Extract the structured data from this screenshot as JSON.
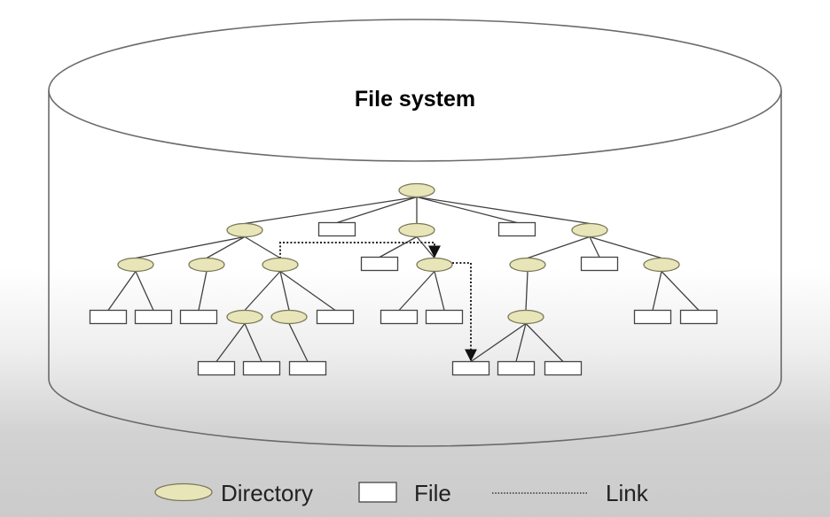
{
  "title": "File system",
  "legend": {
    "directory": "Directory",
    "file": "File",
    "link": "Link"
  },
  "colors": {
    "directory_fill": "#e8e5b8",
    "directory_stroke": "#7a7858",
    "file_fill": "#ffffff",
    "line": "#404040"
  },
  "tree": {
    "nodes": [
      {
        "id": "root",
        "kind": "directory"
      },
      {
        "id": "d1",
        "kind": "directory",
        "parent": "root"
      },
      {
        "id": "f1",
        "kind": "file",
        "parent": "root"
      },
      {
        "id": "d2",
        "kind": "directory",
        "parent": "root"
      },
      {
        "id": "f2",
        "kind": "file",
        "parent": "root"
      },
      {
        "id": "d3",
        "kind": "directory",
        "parent": "root"
      },
      {
        "id": "d1a",
        "kind": "directory",
        "parent": "d1"
      },
      {
        "id": "d1b",
        "kind": "directory",
        "parent": "d1"
      },
      {
        "id": "d1c",
        "kind": "directory",
        "parent": "d1"
      },
      {
        "id": "f1a1",
        "kind": "file",
        "parent": "d1a"
      },
      {
        "id": "f1a2",
        "kind": "file",
        "parent": "d1a"
      },
      {
        "id": "f1b1",
        "kind": "file",
        "parent": "d1b"
      },
      {
        "id": "d1c1",
        "kind": "directory",
        "parent": "d1c"
      },
      {
        "id": "d1c2",
        "kind": "directory",
        "parent": "d1c"
      },
      {
        "id": "f1c3",
        "kind": "file",
        "parent": "d1c"
      },
      {
        "id": "f1c1a",
        "kind": "file",
        "parent": "d1c1"
      },
      {
        "id": "f1c1b",
        "kind": "file",
        "parent": "d1c1"
      },
      {
        "id": "f1c2a",
        "kind": "file",
        "parent": "d1c2"
      },
      {
        "id": "f2a",
        "kind": "file",
        "parent": "d2"
      },
      {
        "id": "d2b",
        "kind": "directory",
        "parent": "d2"
      },
      {
        "id": "f2b1",
        "kind": "file",
        "parent": "d2b"
      },
      {
        "id": "f2b2",
        "kind": "file",
        "parent": "d2b"
      },
      {
        "id": "d3a",
        "kind": "directory",
        "parent": "d3"
      },
      {
        "id": "f3b",
        "kind": "file",
        "parent": "d3"
      },
      {
        "id": "d3c",
        "kind": "directory",
        "parent": "d3"
      },
      {
        "id": "d3a1",
        "kind": "directory",
        "parent": "d3a"
      },
      {
        "id": "f3a1a",
        "kind": "file",
        "parent": "d3a1"
      },
      {
        "id": "f3a1b",
        "kind": "file",
        "parent": "d3a1"
      },
      {
        "id": "f3a1c",
        "kind": "file",
        "parent": "d3a1"
      },
      {
        "id": "f3c1",
        "kind": "file",
        "parent": "d3c"
      },
      {
        "id": "f3c2",
        "kind": "file",
        "parent": "d3c"
      }
    ],
    "links": [
      {
        "from": "d1c",
        "to": "d2b"
      },
      {
        "from": "d2b",
        "to": "f3a1a"
      }
    ]
  }
}
